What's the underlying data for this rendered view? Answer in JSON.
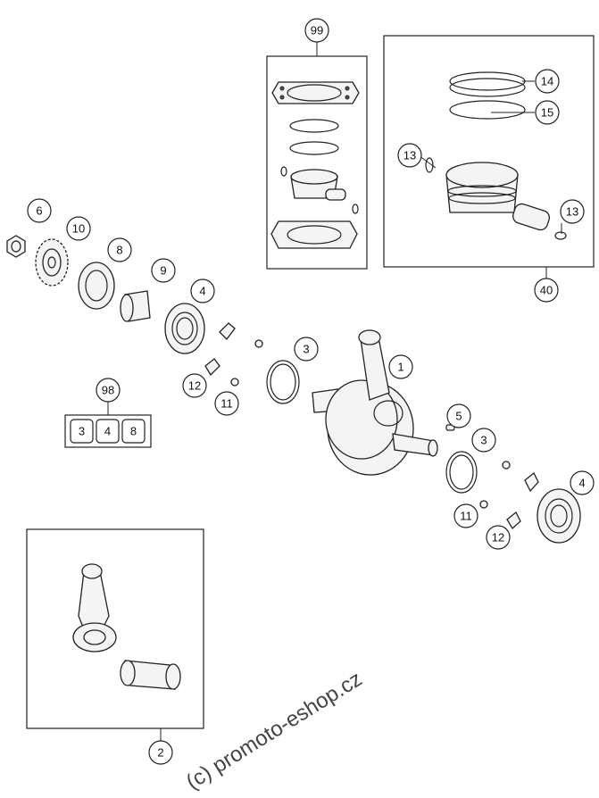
{
  "callouts": {
    "c1": "1",
    "c2": "2",
    "c3a": "3",
    "c3b": "3",
    "c4a": "4",
    "c4b": "4",
    "c5": "5",
    "c6": "6",
    "c8": "8",
    "c9": "9",
    "c10": "10",
    "c11a": "11",
    "c11b": "11",
    "c12a": "12",
    "c12b": "12",
    "c13a": "13",
    "c13b": "13",
    "c14": "14",
    "c15": "15",
    "c40": "40",
    "c98": "98",
    "c99": "99"
  },
  "kit98": [
    "3",
    "4",
    "8"
  ],
  "watermark": "(c) promoto-eshop.cz"
}
